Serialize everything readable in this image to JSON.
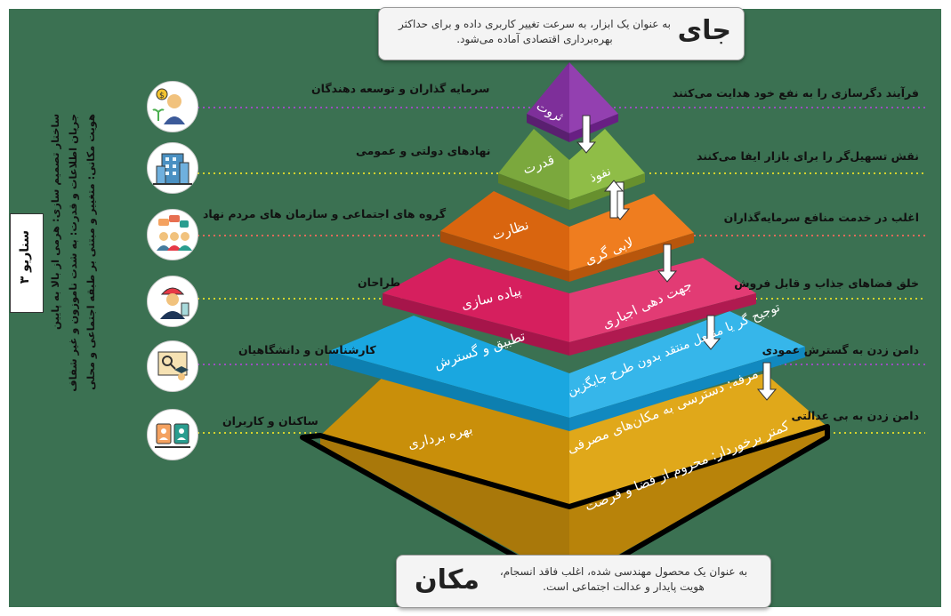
{
  "top_box": {
    "title": "جای",
    "text": "به عنوان یک ابزار، به سرعت تغییر کاربری داده و برای حداکثر بهره‌برداری اقتصادی آماده می‌شود."
  },
  "bottom_box": {
    "title": "مکان",
    "text": "به عنوان یک محصول مهندسی شده، اغلب فاقد انسجام، هویت پایدار و عدالت اجتماعی است."
  },
  "scenario": {
    "title": "سناریو ۳",
    "bullets": [
      "ساختار تصمیم سازی: هرمی از بالا به پایین",
      "جریان اطلاعات و قدرت: به شدت ناموزون و غیر شفاف",
      "هویت مکانی: متغییر و مبتنی بر طبقه اجتماعی و محلی"
    ]
  },
  "pyramid": {
    "layers_left": [
      "ثروت",
      "قدرت",
      "نظارت",
      "پیاده سازی",
      "تطبیق و گسترش",
      "بهره برداری"
    ],
    "layers_right": [
      "نفوذ",
      "لابی گری",
      "جهت دهی اجباری",
      "توجیح گر یا منفعل منتقد بدون طرح جایگزین",
      "کمتر برخوردار: محروم از فضا و فرصت"
    ],
    "right_extra": [
      "مرفه: دسترسی به  مکان‌های مصرفی"
    ]
  },
  "actors": [
    "سرمایه گذاران و توسعه دهندگان",
    "نهادهای دولتی و عمومی",
    "گروه های اجتماعی و  سازمان های مردم نهاد",
    "طراحان",
    "کارشناسان و دانشگاهیان",
    "ساکنان و کاربران"
  ],
  "roles": [
    "فرآیند دگرسازی را به نفع خود هدایت می‌کنند",
    "نقش تسهیل‌گر را برای بازار ایفا می‌کنند",
    "اغلب در خدمت منافع سرمایه‌گذاران",
    "خلق فضاهای جذاب و قابل فروش",
    "دامن زدن به گسترش عمودی",
    "دامن زدن به بی عدالتی"
  ],
  "icons": [
    "investor-icon",
    "building-icon",
    "community-icon",
    "designer-icon",
    "academic-icon",
    "residents-icon"
  ],
  "colors": {
    "background": "#3b7152",
    "purple": "#7e2f9a",
    "green": "#7ba83d",
    "orange": "#d9650f",
    "pink": "#d61f5e",
    "blue": "#1aa7e0",
    "gold": "#c98f0a",
    "dot_purple": "#9b4fc0",
    "dot_yellow": "#d4d22e",
    "dot_red": "#e26a5b"
  }
}
